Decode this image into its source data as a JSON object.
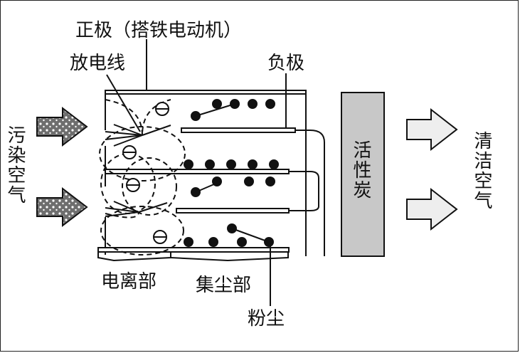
{
  "labels": {
    "positive": "正极（搭铁电动机）",
    "discharge_wire": "放电线",
    "negative": "负极",
    "polluted_air": "污染空气",
    "activated_carbon": "活性炭",
    "clean_air": "清洁空气",
    "ionization": "电离部",
    "collection": "集尘部",
    "dust": "粉尘"
  },
  "colors": {
    "stroke": "#111111",
    "panel_fill": "#c8c8c8",
    "arrow_dark": "#6e6e6e",
    "arrow_light": "#eeeeee",
    "dust_dot": "#111111"
  },
  "icons": {
    "polluted_arrow": "arrow-right-dotted",
    "clean_arrow": "arrow-right-hollow",
    "negative_ion": "circle-minus"
  }
}
